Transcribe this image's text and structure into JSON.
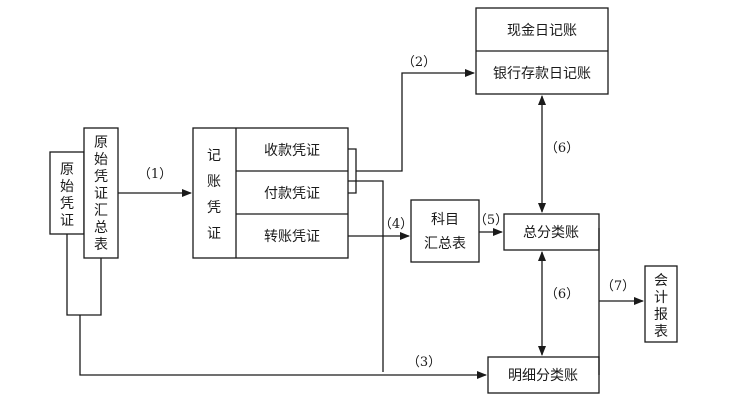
{
  "nodes": {
    "original_voucher": [
      "原",
      "始",
      "凭",
      "证"
    ],
    "original_summary": [
      "原",
      "始",
      "凭",
      "证",
      "汇",
      "总",
      "表"
    ],
    "bookkeeping_voucher": [
      "记",
      "账",
      "凭",
      "证"
    ],
    "receipt_voucher": "收款凭证",
    "payment_voucher": "付款凭证",
    "transfer_voucher": "转账凭证",
    "cash_journal": "现金日记账",
    "bank_journal": "银行存款日记账",
    "account_summary": [
      "科目",
      "汇总表"
    ],
    "general_ledger": "总分类账",
    "subsidiary_ledger": "明细分类账",
    "financial_report": [
      "会",
      "计",
      "报",
      "表"
    ]
  },
  "steps": {
    "s1": "（1）",
    "s2": "（2）",
    "s3": "（3）",
    "s4": "（4）",
    "s5": "（5）",
    "s6a": "（6）",
    "s6b": "（6）",
    "s7": "（7）"
  }
}
